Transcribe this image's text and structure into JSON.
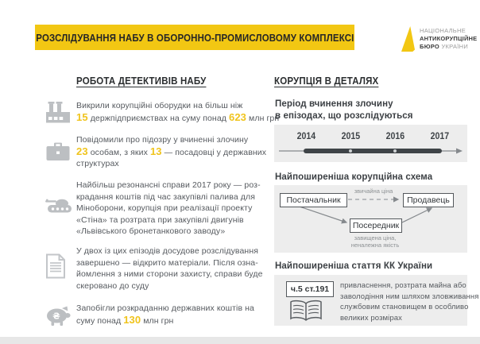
{
  "colors": {
    "accent_yellow": "#f2c713",
    "highlight_yellow": "#f0c41d",
    "body_text": "#565a5f",
    "heading_dark": "#2b2e30",
    "icon_gray": "#bcbfc2",
    "panel_gray": "#ededed",
    "timeline_dark": "#3f4448"
  },
  "header": {
    "title": "РОЗСЛІДУВАННЯ НАБУ В ОБОРОННО-ПРОМИСЛОВОМУ КОМПЛЕКСІ",
    "logo": {
      "line1": "НАЦІОНАЛЬНЕ",
      "line2": "АНТИКОРУПЦІЙНЕ",
      "line3_bold": "БЮРО",
      "line3_light": " УКРАЇНИ"
    }
  },
  "left_column": {
    "heading": "РОБОТА ДЕТЕКТИВІВ НАБУ",
    "items": [
      {
        "icon": "factory-icon",
        "text": [
          {
            "t": "Викрили корупційні оборудки на більш ніж\n"
          },
          {
            "t": "15",
            "hl": true
          },
          {
            "t": " держпідприємствах на суму понад "
          },
          {
            "t": "623",
            "hl": true
          },
          {
            "t": " млн грн"
          }
        ]
      },
      {
        "icon": "briefcase-icon",
        "text": [
          {
            "t": "Повідомили про підозру у вчиненні злочину\n"
          },
          {
            "t": "23",
            "hl": true
          },
          {
            "t": " особам, з яких "
          },
          {
            "t": "13",
            "hl": true
          },
          {
            "t": " — посадовці у державних\nструктурах"
          }
        ]
      },
      {
        "icon": "tank-icon",
        "text": [
          {
            "t": "Найбільш резонансні справи 2017 року — роз-\nкрадання коштів під час закупівлі палива для\nМіноборони, корупція при реалізації проекту\n«Стіна» та розтрата при закупівлі двигунів\n«Львівського бронетанкового заводу»"
          }
        ]
      },
      {
        "icon": "document-icon",
        "text": [
          {
            "t": "У двох із цих епізодів досудове розслідування\nзавершено — відкрито матеріали. Після озна-\nйомлення з ними сторони захисту, справи буде\nскеровано до суду"
          }
        ]
      },
      {
        "icon": "piggy-bank-icon",
        "text": [
          {
            "t": "Запобігли розкраданню державних коштів на\nсуму понад "
          },
          {
            "t": "130",
            "hl": true
          },
          {
            "t": " млн грн"
          }
        ]
      }
    ]
  },
  "right_column": {
    "heading": "КОРУПЦІЯ В ДЕТАЛЯХ",
    "timeline": {
      "title": "Період вчинення злочину\nв епізодах, що розслідуються",
      "years": [
        "2014",
        "2015",
        "2016",
        "2017"
      ]
    },
    "scheme": {
      "title": "Найпоширеніша корупційна схема",
      "supplier": "Постачальник",
      "seller": "Продавець",
      "intermediary": "Посередник",
      "dashed_label": "звичайна ціна",
      "bottom_label": "завищена ціна,\nненалежна якість"
    },
    "statute": {
      "title": "Найпоширеніша стаття КК України",
      "article": "ч.5 ст.191",
      "description": "привласнення, розтрата майна або\nзаволодіння ним шляхом зловживання\nслужбовим становищем в особливо\nвеликих розмірах"
    }
  }
}
